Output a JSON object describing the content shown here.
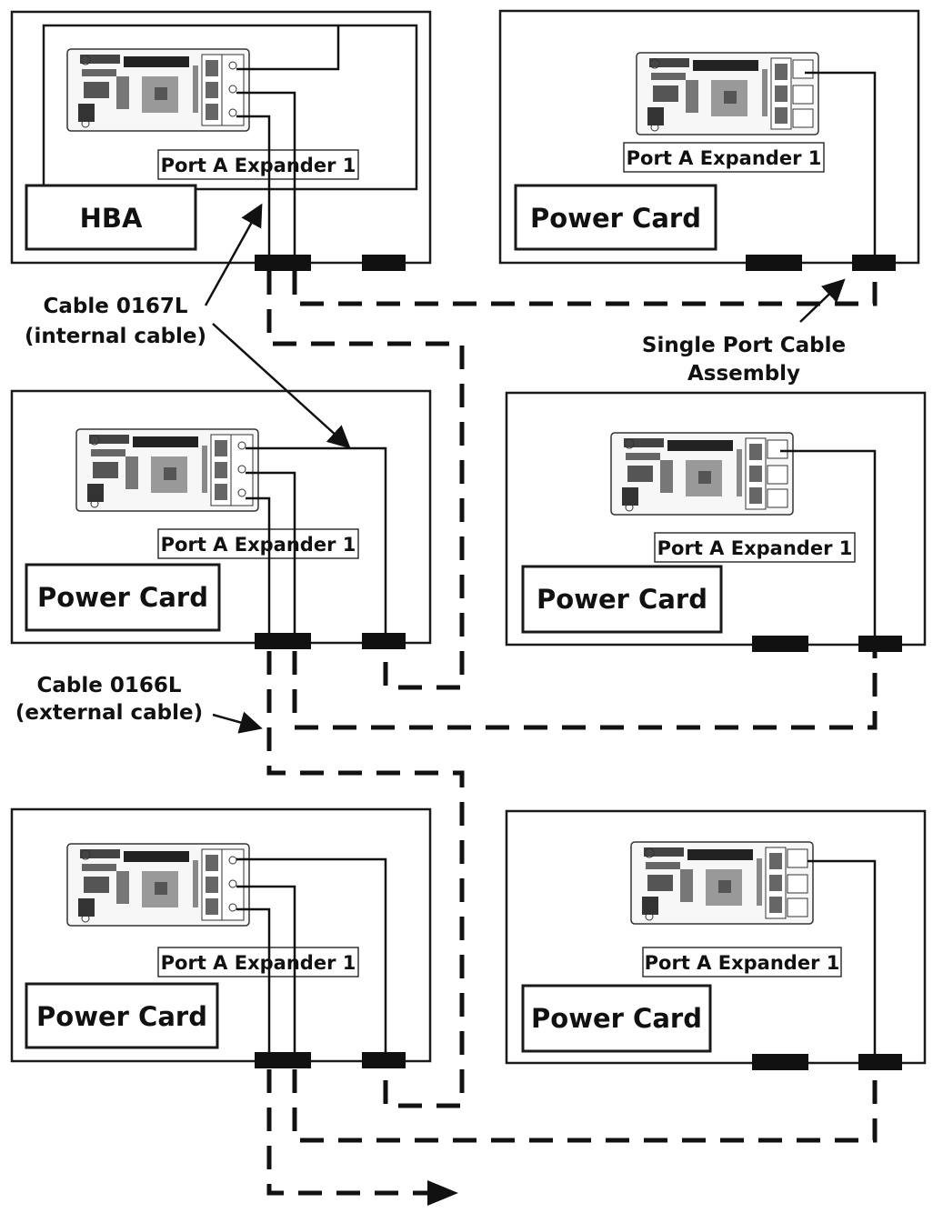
{
  "labels": {
    "port_a_expander": "Port A Expander 1",
    "hba": "HBA",
    "power_card": "Power Card"
  },
  "annotations": {
    "cable_0167l_line1": "Cable 0167L",
    "cable_0167l_line2": "(internal cable)",
    "cable_0166l_line1": "Cable 0166L",
    "cable_0166l_line2": "(external cable)",
    "single_port_line1": "Single Port Cable",
    "single_port_line2": "Assembly"
  }
}
